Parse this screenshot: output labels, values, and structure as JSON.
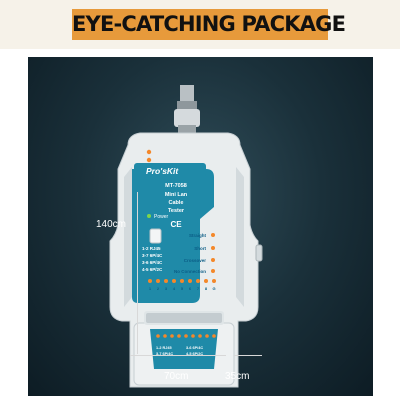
{
  "banner": {
    "title": "EYE-CATCHING PACKAGE"
  },
  "dimensions": {
    "height": "140cm",
    "width": "70cm",
    "depth": "35cm"
  },
  "device": {
    "brand": "Pro'sKit",
    "model": "MT-7058",
    "name_line1": "Mini Lan",
    "name_line2": "Cable",
    "name_line3": "Tester",
    "ce_mark": "CE",
    "power_label": "Power",
    "pin_pairs": [
      "1-2 RJ45",
      "3-7 6P/4C",
      "3-6 6P/4C",
      "4-5 6P/2C"
    ],
    "status_labels": [
      "Straight",
      "Short",
      "Crossover",
      "No Connection"
    ],
    "remote_pin_pairs": [
      "1-2 RJ45",
      "3-7 6P/4C",
      "3-6 6P/4C",
      "4-5 6P/2C"
    ],
    "colors": {
      "body": "#e9edee",
      "panel": "#1f8aa8",
      "led": "#f4882a"
    }
  }
}
